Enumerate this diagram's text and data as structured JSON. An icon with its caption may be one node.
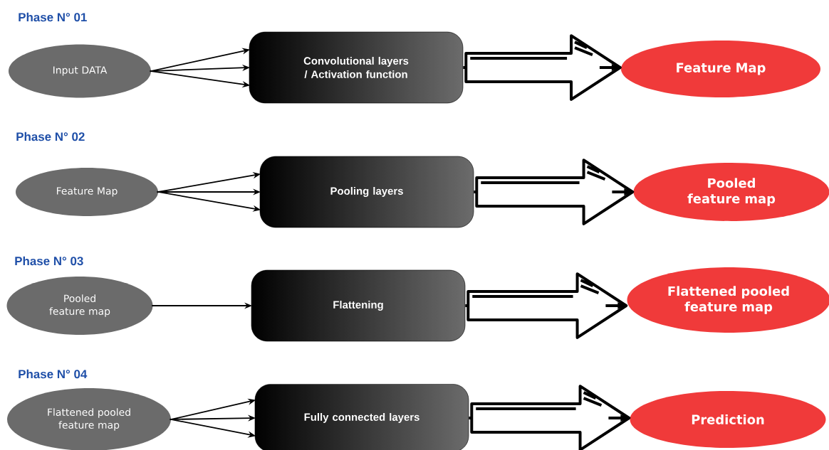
{
  "diagram": {
    "nodes": [
      {
        "text": [
          "Input DATA"
        ]
      },
      {
        "text": [
          "Convolutional layers / Activation function"
        ]
      },
      {
        "text": [
          "Feature Map"
        ]
      },
      {
        "text": [
          "Feature Map"
        ]
      },
      {
        "text": [
          "Pooling layers"
        ]
      },
      {
        "text": [
          "Pooled feature map"
        ]
      },
      {
        "text": [
          "Pooled feature map"
        ]
      },
      {
        "text": [
          "Flattening"
        ]
      },
      {
        "text": [
          "Flattened pooled feature map"
        ]
      },
      {
        "text": [
          "Flattened pooled feature map"
        ]
      },
      {
        "text": [
          "Fully connected layers"
        ]
      },
      {
        "text": [
          "Prediction"
        ]
      }
    ],
    "edges": [
      {
        "from": 0,
        "to": 1,
        "arrow": "to"
      },
      {
        "from": 0,
        "to": 1,
        "arrow": "to"
      },
      {
        "from": 0,
        "to": 1,
        "arrow": "to"
      },
      {
        "from": 1,
        "to": 2,
        "arrow": "to",
        "style": "thick"
      },
      {
        "from": 3,
        "to": 4,
        "arrow": "to"
      },
      {
        "from": 3,
        "to": 4,
        "arrow": "to"
      },
      {
        "from": 3,
        "to": 4,
        "arrow": "to"
      },
      {
        "from": 4,
        "to": 5,
        "arrow": "to",
        "style": "thick"
      },
      {
        "from": 6,
        "to": 7,
        "arrow": "to"
      },
      {
        "from": 7,
        "to": 8,
        "arrow": "to",
        "style": "thick"
      },
      {
        "from": 9,
        "to": 10,
        "arrow": "to"
      },
      {
        "from": 9,
        "to": 10,
        "arrow": "to"
      },
      {
        "from": 9,
        "to": 10,
        "arrow": "to"
      },
      {
        "from": 10,
        "to": 11,
        "arrow": "to",
        "style": "thick"
      }
    ],
    "labels": [
      "Phase N° 01",
      "Phase N° 02",
      "Phase N° 03",
      "Phase N° 04"
    ]
  }
}
